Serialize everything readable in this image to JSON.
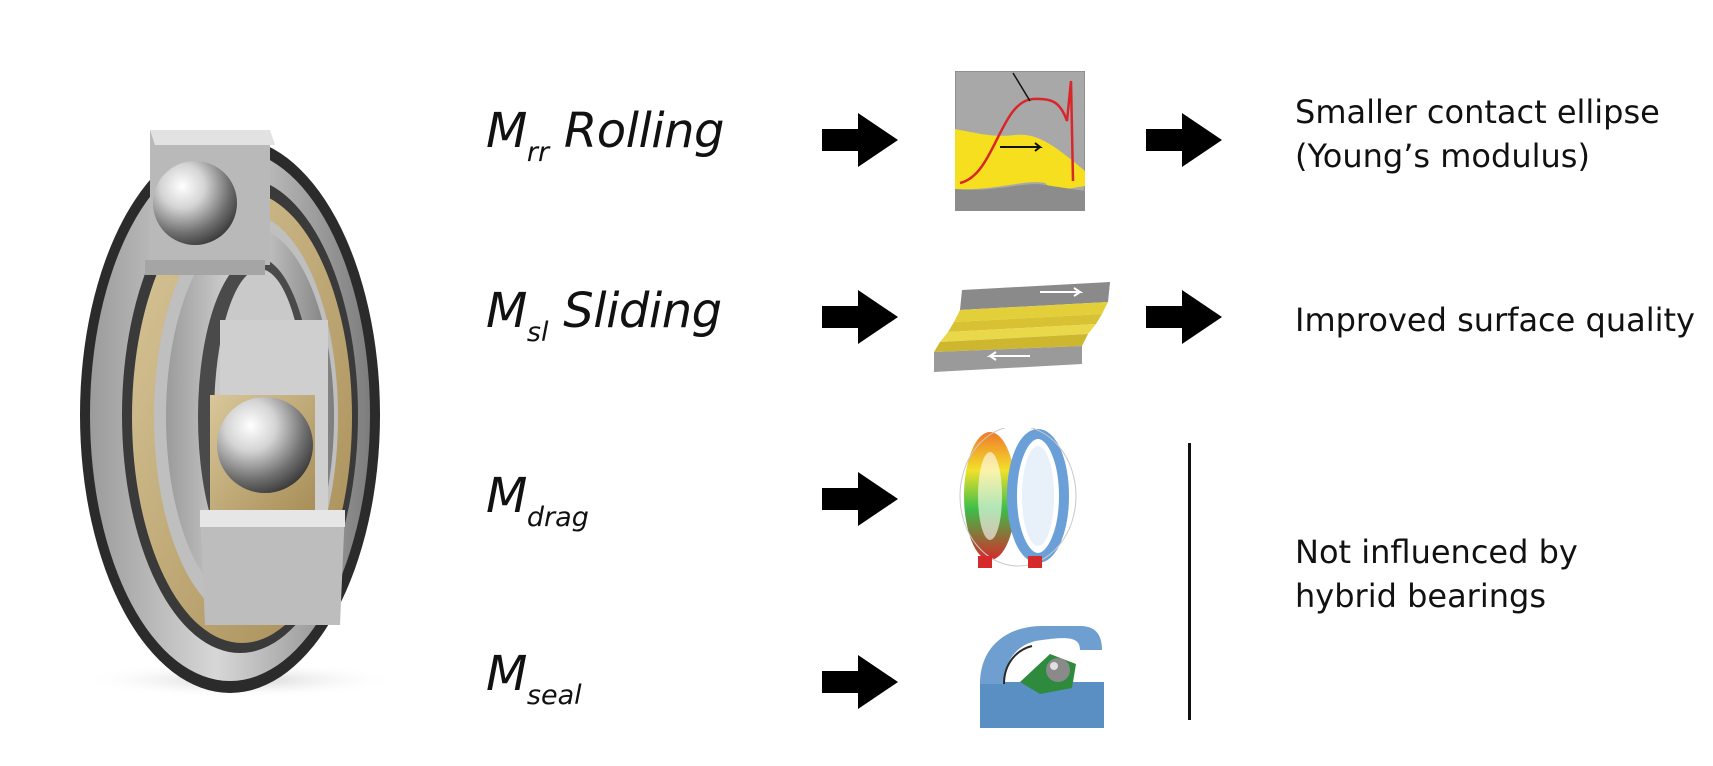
{
  "components": [
    {
      "symbol": "M",
      "subscript": "rr",
      "name": "Rolling"
    },
    {
      "symbol": "M",
      "subscript": "sl",
      "name": "Sliding"
    },
    {
      "symbol": "M",
      "subscript": "drag",
      "name": ""
    },
    {
      "symbol": "M",
      "subscript": "seal",
      "name": ""
    }
  ],
  "effects": [
    {
      "line1": "Smaller contact ellipse",
      "line2": "(Young’s modulus)"
    },
    {
      "line1": "Improved surface quality"
    }
  ],
  "not_influenced": {
    "line1": "Not influenced by",
    "line2": "hybrid bearings"
  },
  "icons": {
    "bearing": "angular-contact-ball-bearing-cutaway",
    "rolling": "rolling-contact-pressure-diagram",
    "sliding": "sliding-layers-diagram",
    "drag": "fluid-drag-simulation",
    "seal": "bearing-seal-cross-section",
    "arrow": "right-arrow"
  },
  "colors": {
    "text": "#111111",
    "arrow": "#000000",
    "yellow": "#f5df1e",
    "curve": "#d9262b",
    "seal_blue": "#5a8fc4"
  }
}
